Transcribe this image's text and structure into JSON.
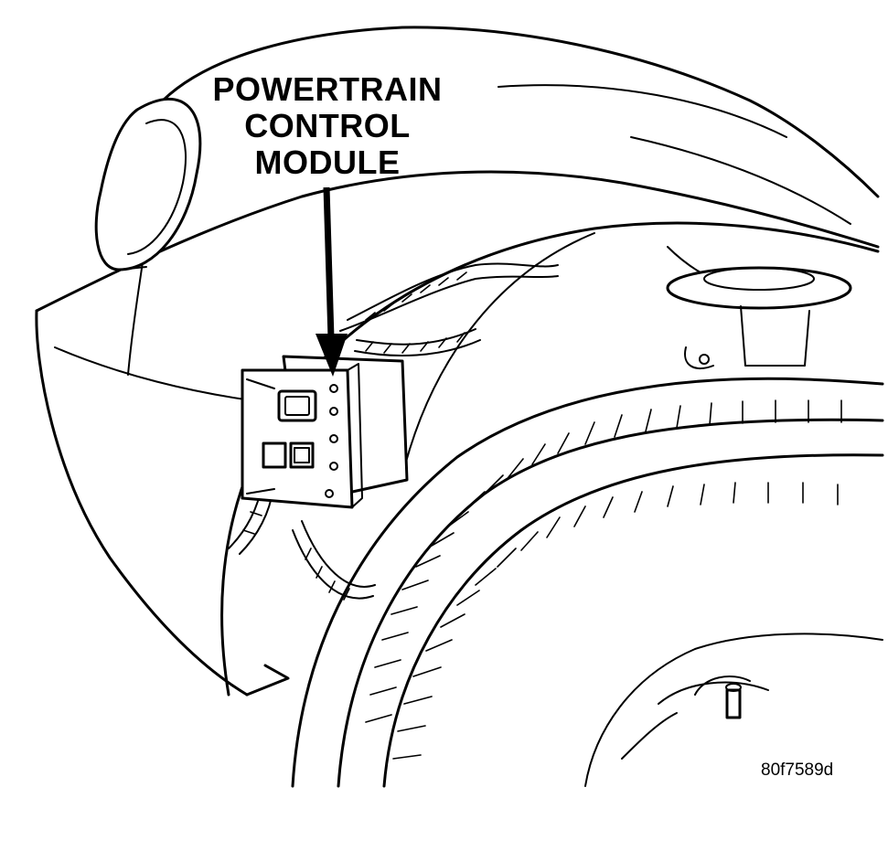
{
  "callout": {
    "lines": [
      "POWERTRAIN",
      "CONTROL",
      "MODULE"
    ]
  },
  "figure_id": "80f7589d"
}
